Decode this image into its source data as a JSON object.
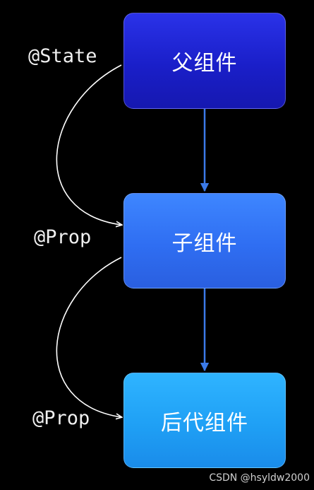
{
  "nodes": {
    "parent": "父组件",
    "child": "子组件",
    "descendant": "后代组件"
  },
  "decorators": {
    "state": "@State",
    "prop_to_child": "@Prop",
    "prop_to_descendant": "@Prop"
  },
  "watermark": "CSDN @hsyldw2000",
  "colors": {
    "background": "#000000",
    "parent_box": "#1a1fc9",
    "child_box": "#2f6ef2",
    "descendant_box": "#1fa0f5",
    "connector_arrow": "#3b7ae8",
    "decorator_curve": "#ffffff",
    "cursor": "#c8f020"
  }
}
